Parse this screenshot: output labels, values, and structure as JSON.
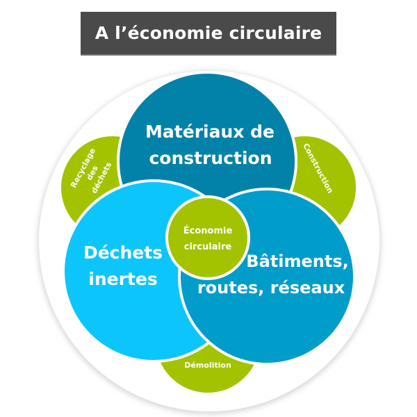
{
  "title": "A l’économie circulaire",
  "colors": {
    "title_bg": "#4a4a4a",
    "green": "#a3c300",
    "dark_blue": "#0282a8",
    "cyan": "#0cc6fb",
    "mid_blue": "#009dcb"
  },
  "circles": {
    "top": [
      "Matériaux de",
      "construction"
    ],
    "left": [
      "Déchets",
      "inertes"
    ],
    "right": [
      "Bâtiments,",
      "routes, réseaux"
    ],
    "center": [
      "Économie",
      "circulaire"
    ]
  },
  "petals": {
    "left": [
      "Recyclage",
      "des",
      "déchets"
    ],
    "right": "Construction",
    "bottom": "Démolition"
  }
}
